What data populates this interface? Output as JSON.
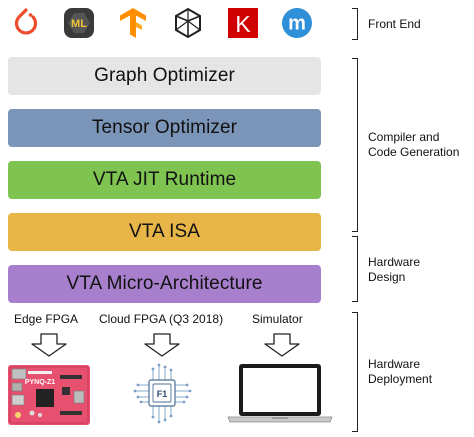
{
  "frameworks": {
    "logos": [
      {
        "icon": "pytorch-logo-icon",
        "color": "#ee4c2c"
      },
      {
        "icon": "coreml-logo-icon",
        "text": "ML",
        "color": "#f2c33a"
      },
      {
        "icon": "tensorflow-logo-icon",
        "color": "#ff8f00"
      },
      {
        "icon": "mxnet-geodesic-logo-icon",
        "color": "#222222"
      },
      {
        "icon": "keras-logo-icon",
        "text": "K",
        "color": "#d00000"
      },
      {
        "icon": "mxnet-m-logo-icon",
        "text": "m",
        "color": "#2f8fd8"
      }
    ]
  },
  "stack": [
    {
      "label": "Graph Optimizer",
      "color": "#e5e5e5"
    },
    {
      "label": "Tensor Optimizer",
      "color": "#7b95b8"
    },
    {
      "label": "VTA JIT Runtime",
      "color": "#7fc450"
    },
    {
      "label": "VTA ISA",
      "color": "#e8b548"
    },
    {
      "label": "VTA Micro-Architecture",
      "color": "#a77fcd"
    }
  ],
  "groups": [
    {
      "label": "Front End"
    },
    {
      "label": "Compiler and\nCode Generation"
    },
    {
      "label": "Hardware\nDesign"
    },
    {
      "label": "Hardware\nDeployment"
    }
  ],
  "targets": [
    {
      "label": "Edge FPGA",
      "icon": "pynq-z1-board-icon",
      "board_text": "PYNQ-Z1"
    },
    {
      "label": "Cloud FPGA (Q3 2018)",
      "icon": "f1-chip-icon",
      "chip_text": "F1"
    },
    {
      "label": "Simulator",
      "icon": "laptop-icon"
    }
  ]
}
